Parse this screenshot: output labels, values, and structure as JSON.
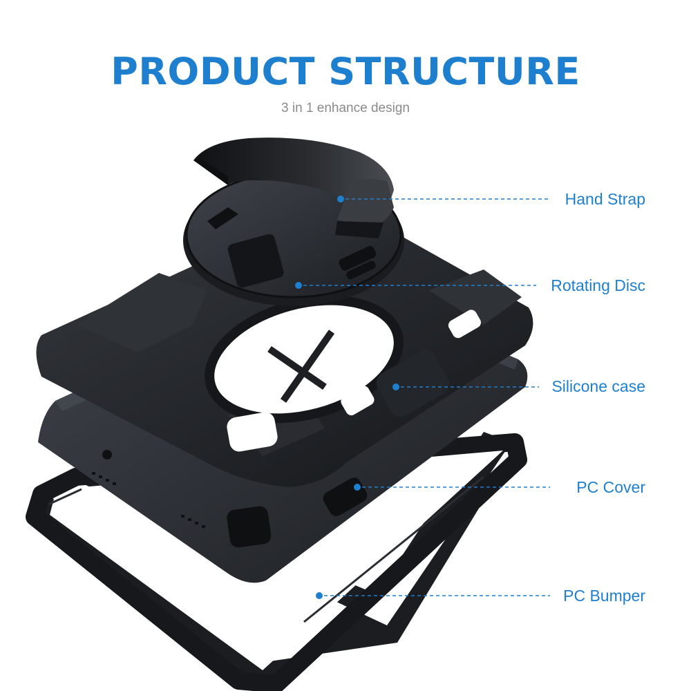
{
  "header": {
    "title": "PRODUCT STRUCTURE",
    "subtitle": "3 in 1 enhance design"
  },
  "callouts": [
    {
      "label": "Hand Strap"
    },
    {
      "label": "Rotating Disc"
    },
    {
      "label": "Silicone case"
    },
    {
      "label": "PC Cover"
    },
    {
      "label": "PC Bumper"
    }
  ],
  "colors": {
    "accent": "#1f7fcf",
    "subtitle": "#8a8a8a",
    "case_dark": "#1a1c20",
    "case_mid": "#2b2e33",
    "case_light": "#3a3e44"
  }
}
